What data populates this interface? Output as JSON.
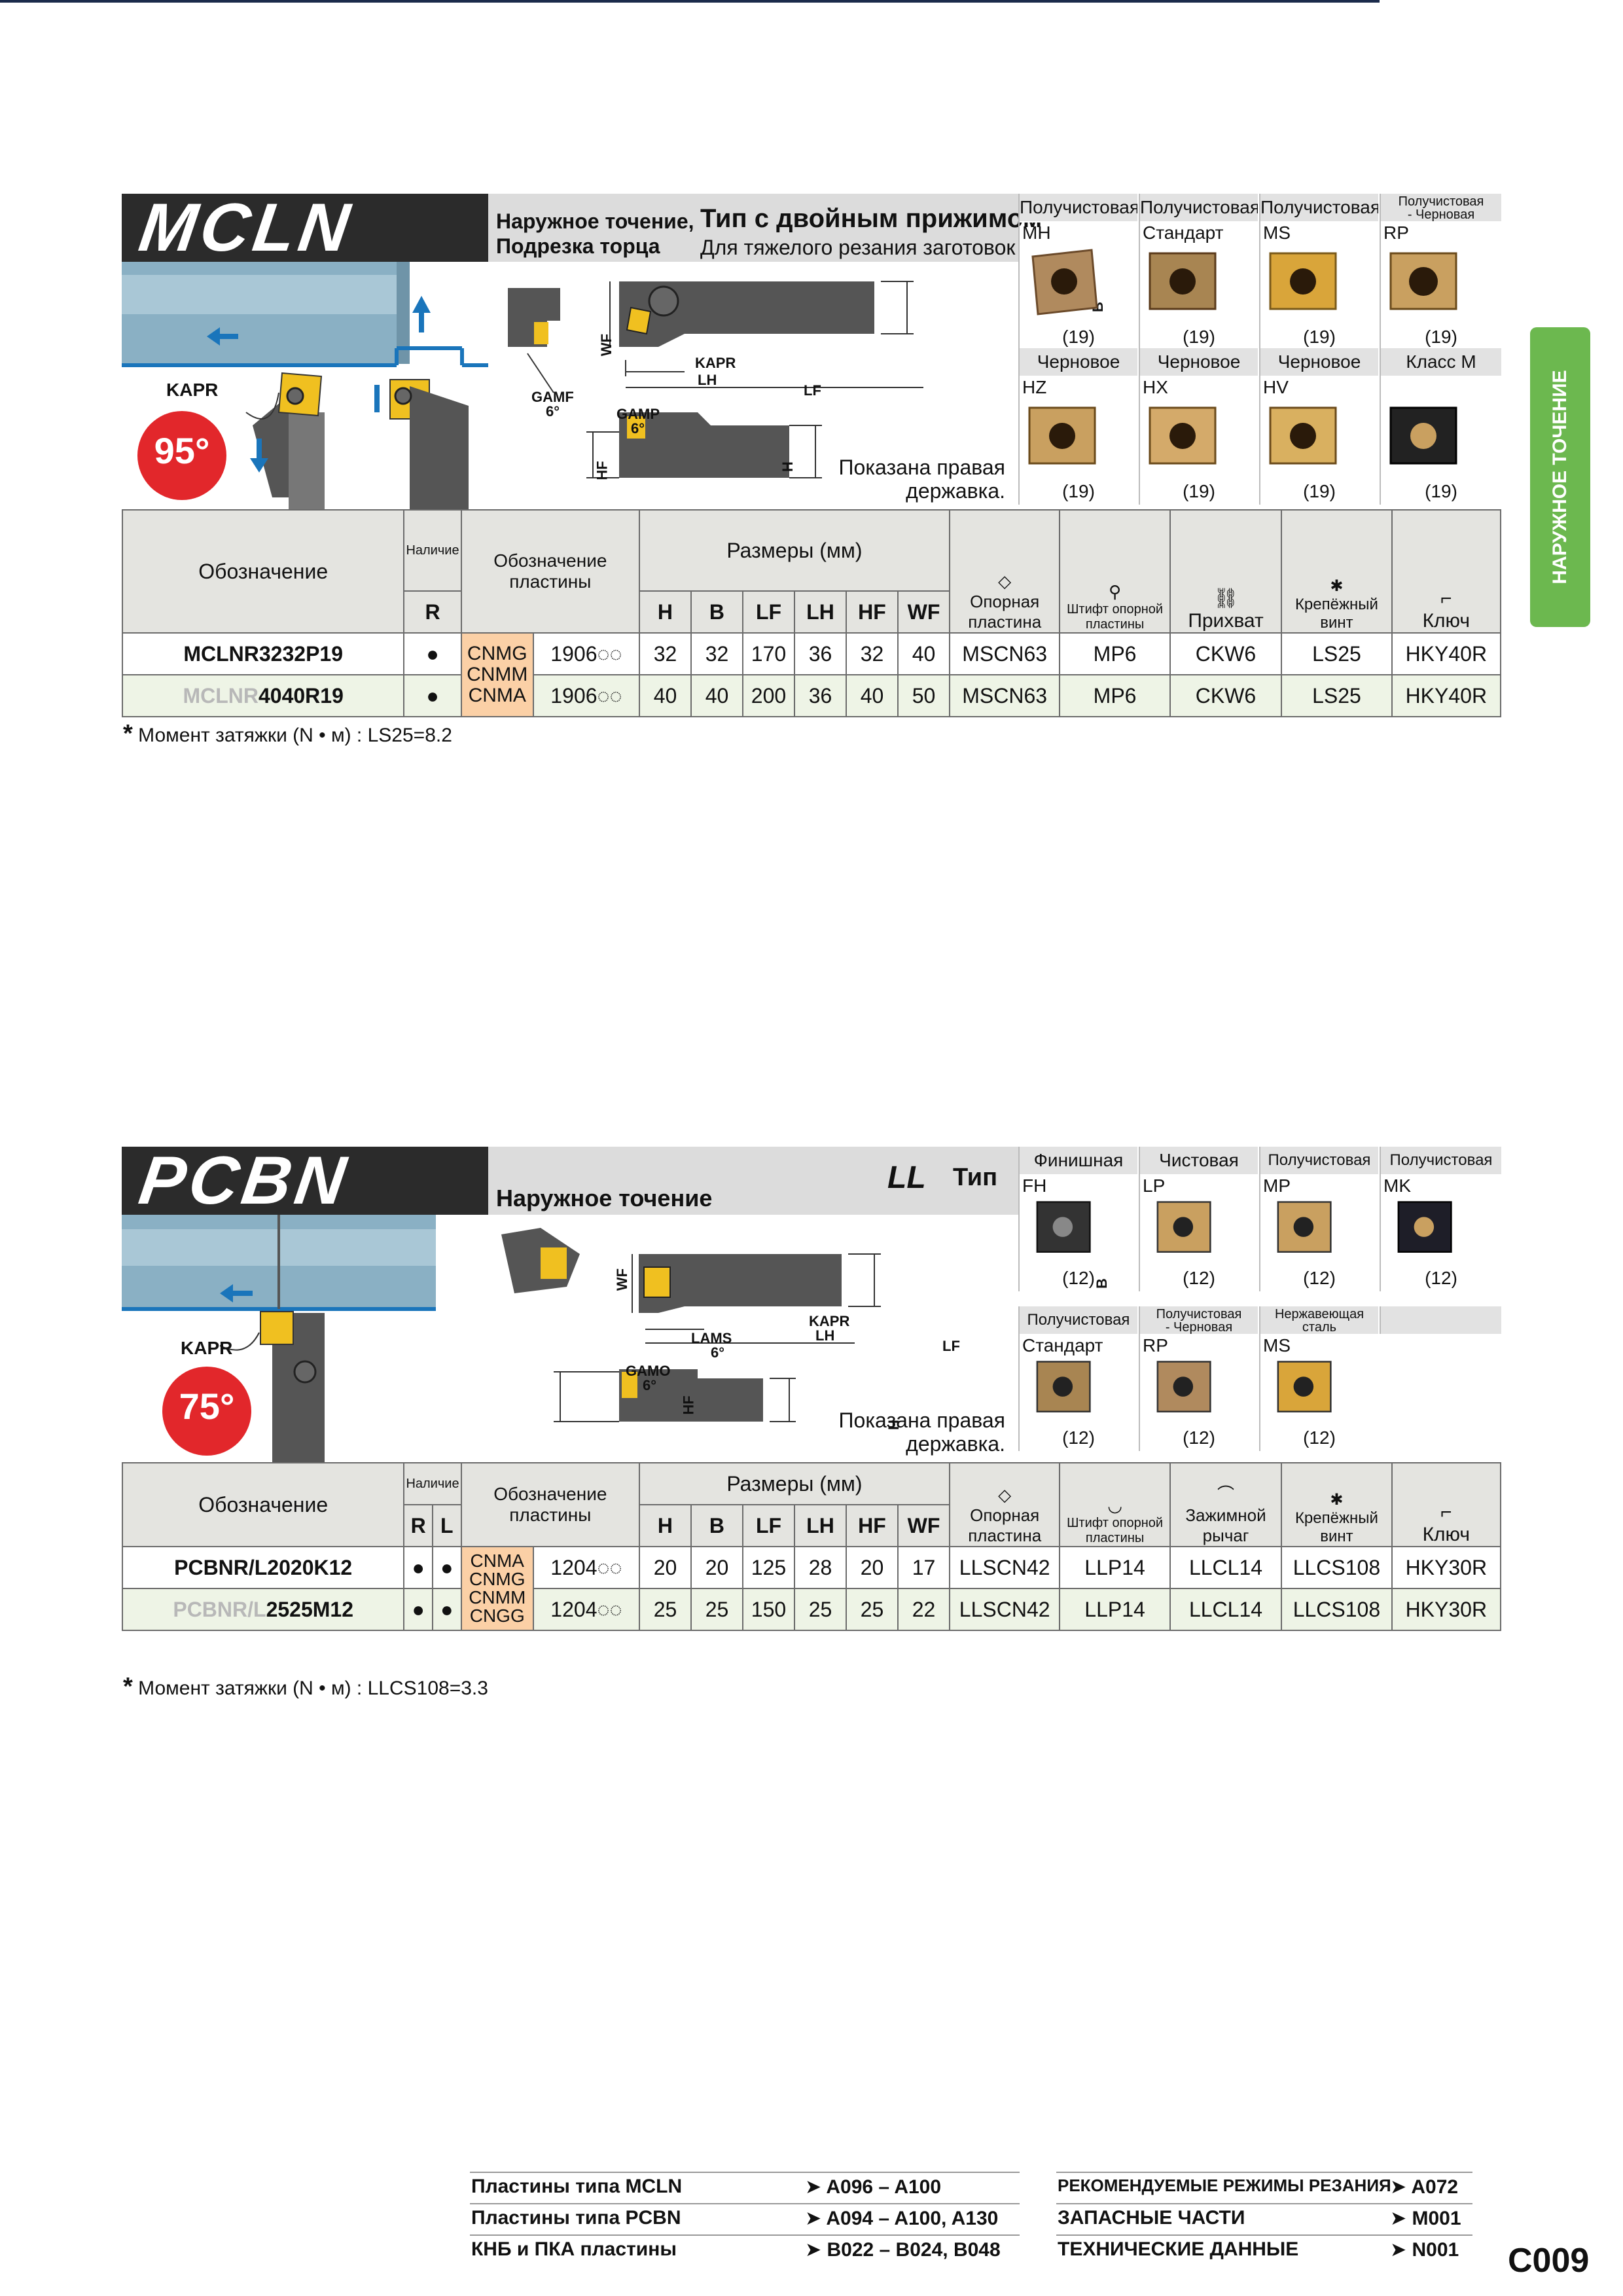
{
  "side_tab": "НАРУЖНОЕ ТОЧЕНИЕ",
  "mcln": {
    "title": "MCLN",
    "desc_line1": "Наружное точение,",
    "desc_line2": "Подрезка торца",
    "type_title": "Тип с двойным прижимом",
    "type_sub": "Для тяжелого резания заготовок",
    "angle": "95°",
    "kapr": "KAPR",
    "dims": {
      "wf": "WF",
      "b": "B",
      "lh": "LH",
      "lf": "LF",
      "kapr": "KAPR",
      "gamf": "GAMF",
      "gamf_val": "6°",
      "gamp": "GAMP",
      "gamp_val": "6°",
      "hf": "HF",
      "h": "H"
    },
    "shown_right": "Показана правая",
    "shown_right2": "державка.",
    "inserts_row1": [
      {
        "head": "Получистовая",
        "code": "MH",
        "count": "(19)"
      },
      {
        "head": "Получистовая",
        "code": "Стандарт",
        "count": "(19)"
      },
      {
        "head": "Получистовая",
        "code": "MS",
        "count": "(19)"
      },
      {
        "head": "Получистовая\n- Черновая",
        "code": "RP",
        "count": "(19)"
      }
    ],
    "inserts_row2": [
      {
        "head": "Черновое",
        "code": "HZ",
        "count": "(19)"
      },
      {
        "head": "Черновое",
        "code": "HX",
        "count": "(19)"
      },
      {
        "head": "Черновое",
        "code": "HV",
        "count": "(19)"
      },
      {
        "head": "Класс M",
        "code": "",
        "count": "(19)"
      }
    ],
    "table": {
      "h_designation": "Обозначение",
      "h_avail": "Наличие",
      "h_insert": "Обозначение пластины",
      "h_dims": "Размеры (мм)",
      "h_r": "R",
      "cols": [
        "H",
        "B",
        "LF",
        "LH",
        "HF",
        "WF"
      ],
      "parts": [
        "Опорная пластина",
        "Штифт опорной пластины",
        "Прихват",
        "Крепёжный винт",
        "Ключ"
      ],
      "rows": [
        {
          "grey": "",
          "bold": "MCLNR3232P19",
          "r": "●",
          "ins_sz": "1906◌◌",
          "dims": [
            "32",
            "32",
            "170",
            "36",
            "32",
            "40"
          ],
          "parts": [
            "MSCN63",
            "MP6",
            "CKW6",
            "LS25",
            "HKY40R"
          ]
        },
        {
          "grey": "MCLNR",
          "bold": "4040R19",
          "r": "●",
          "ins_sz": "1906◌◌",
          "dims": [
            "40",
            "40",
            "200",
            "36",
            "40",
            "50"
          ],
          "parts": [
            "MSCN63",
            "MP6",
            "CKW6",
            "LS25",
            "HKY40R"
          ]
        }
      ],
      "insert_types": [
        "CNMG",
        "CNMM",
        "CNMA"
      ]
    },
    "note": "Момент затяжки (N • м) : LS25=8.2"
  },
  "pcbn": {
    "title": "PCBN",
    "desc": "Наружное точение",
    "type_ll": "LL",
    "type_label": "Тип",
    "angle": "75°",
    "kapr": "KAPR",
    "dims": {
      "wf": "WF",
      "b": "B",
      "kapr": "KAPR",
      "lh": "LH",
      "lams": "LAMS",
      "lams_val": "6°",
      "lf": "LF",
      "gamo": "GAMO",
      "gamo_val": "6°",
      "hf": "HF",
      "h": "H"
    },
    "shown_right": "Показана правая",
    "shown_right2": "державка.",
    "inserts_row1": [
      {
        "head": "Финишная",
        "code": "FH",
        "count": "(12)"
      },
      {
        "head": "Чистовая",
        "code": "LP",
        "count": "(12)"
      },
      {
        "head": "Получистовая",
        "code": "MP",
        "count": "(12)"
      },
      {
        "head": "Получистовая",
        "code": "MK",
        "count": "(12)"
      }
    ],
    "inserts_row2": [
      {
        "head": "Получистовая",
        "code": "Стандарт",
        "count": "(12)"
      },
      {
        "head": "Получистовая\n- Черновая",
        "code": "RP",
        "count": "(12)"
      },
      {
        "head": "Нержавеющая\nсталь",
        "code": "MS",
        "count": "(12)"
      }
    ],
    "table": {
      "h_designation": "Обозначение",
      "h_avail": "Наличие",
      "h_insert": "Обозначение пластины",
      "h_dims": "Размеры (мм)",
      "h_r": "R",
      "h_l": "L",
      "cols": [
        "H",
        "B",
        "LF",
        "LH",
        "HF",
        "WF"
      ],
      "parts": [
        "Опорная пластина",
        "Штифт опорной пластины",
        "Зажимной рычаг",
        "Крепёжный винт",
        "Ключ"
      ],
      "rows": [
        {
          "grey": "",
          "bold": "PCBNR/L2020K12",
          "r": "●",
          "l": "●",
          "ins_sz": "1204◌◌",
          "dims": [
            "20",
            "20",
            "125",
            "28",
            "20",
            "17"
          ],
          "parts": [
            "LLSCN42",
            "LLP14",
            "LLCL14",
            "LLCS108",
            "HKY30R"
          ]
        },
        {
          "grey": "PCBNR/L",
          "bold": "2525M12",
          "r": "●",
          "l": "●",
          "ins_sz": "1204◌◌",
          "dims": [
            "25",
            "25",
            "150",
            "25",
            "25",
            "22"
          ],
          "parts": [
            "LLSCN42",
            "LLP14",
            "LLCL14",
            "LLCS108",
            "HKY30R"
          ]
        }
      ],
      "insert_types": [
        "CNMA",
        "CNMG",
        "CNMM",
        "CNGG"
      ]
    },
    "note": "Момент затяжки (N • м) : LLCS108=3.3"
  },
  "footer": {
    "left": [
      {
        "label": "Пластины типа MCLN",
        "ref": "A096 – A100"
      },
      {
        "label": "Пластины типа PCBN",
        "ref": "A094 – A100, A130"
      },
      {
        "label": "КНБ и ПКА пластины",
        "ref": "B022 – B024, B048"
      }
    ],
    "right": [
      {
        "label": "РЕКОМЕНДУЕМЫЕ РЕЖИМЫ РЕЗАНИЯ",
        "ref": "A072"
      },
      {
        "label": "ЗАПАСНЫЕ ЧАСТИ",
        "ref": "M001"
      },
      {
        "label": "ТЕХНИЧЕСКИЕ ДАННЫЕ",
        "ref": "N001"
      }
    ],
    "page": "C009"
  },
  "colors": {
    "accent_orange": "#fbd0a6",
    "tab_green": "#6cb84f",
    "angle_red": "#e2272b",
    "arrow_blue": "#1a75bb"
  }
}
